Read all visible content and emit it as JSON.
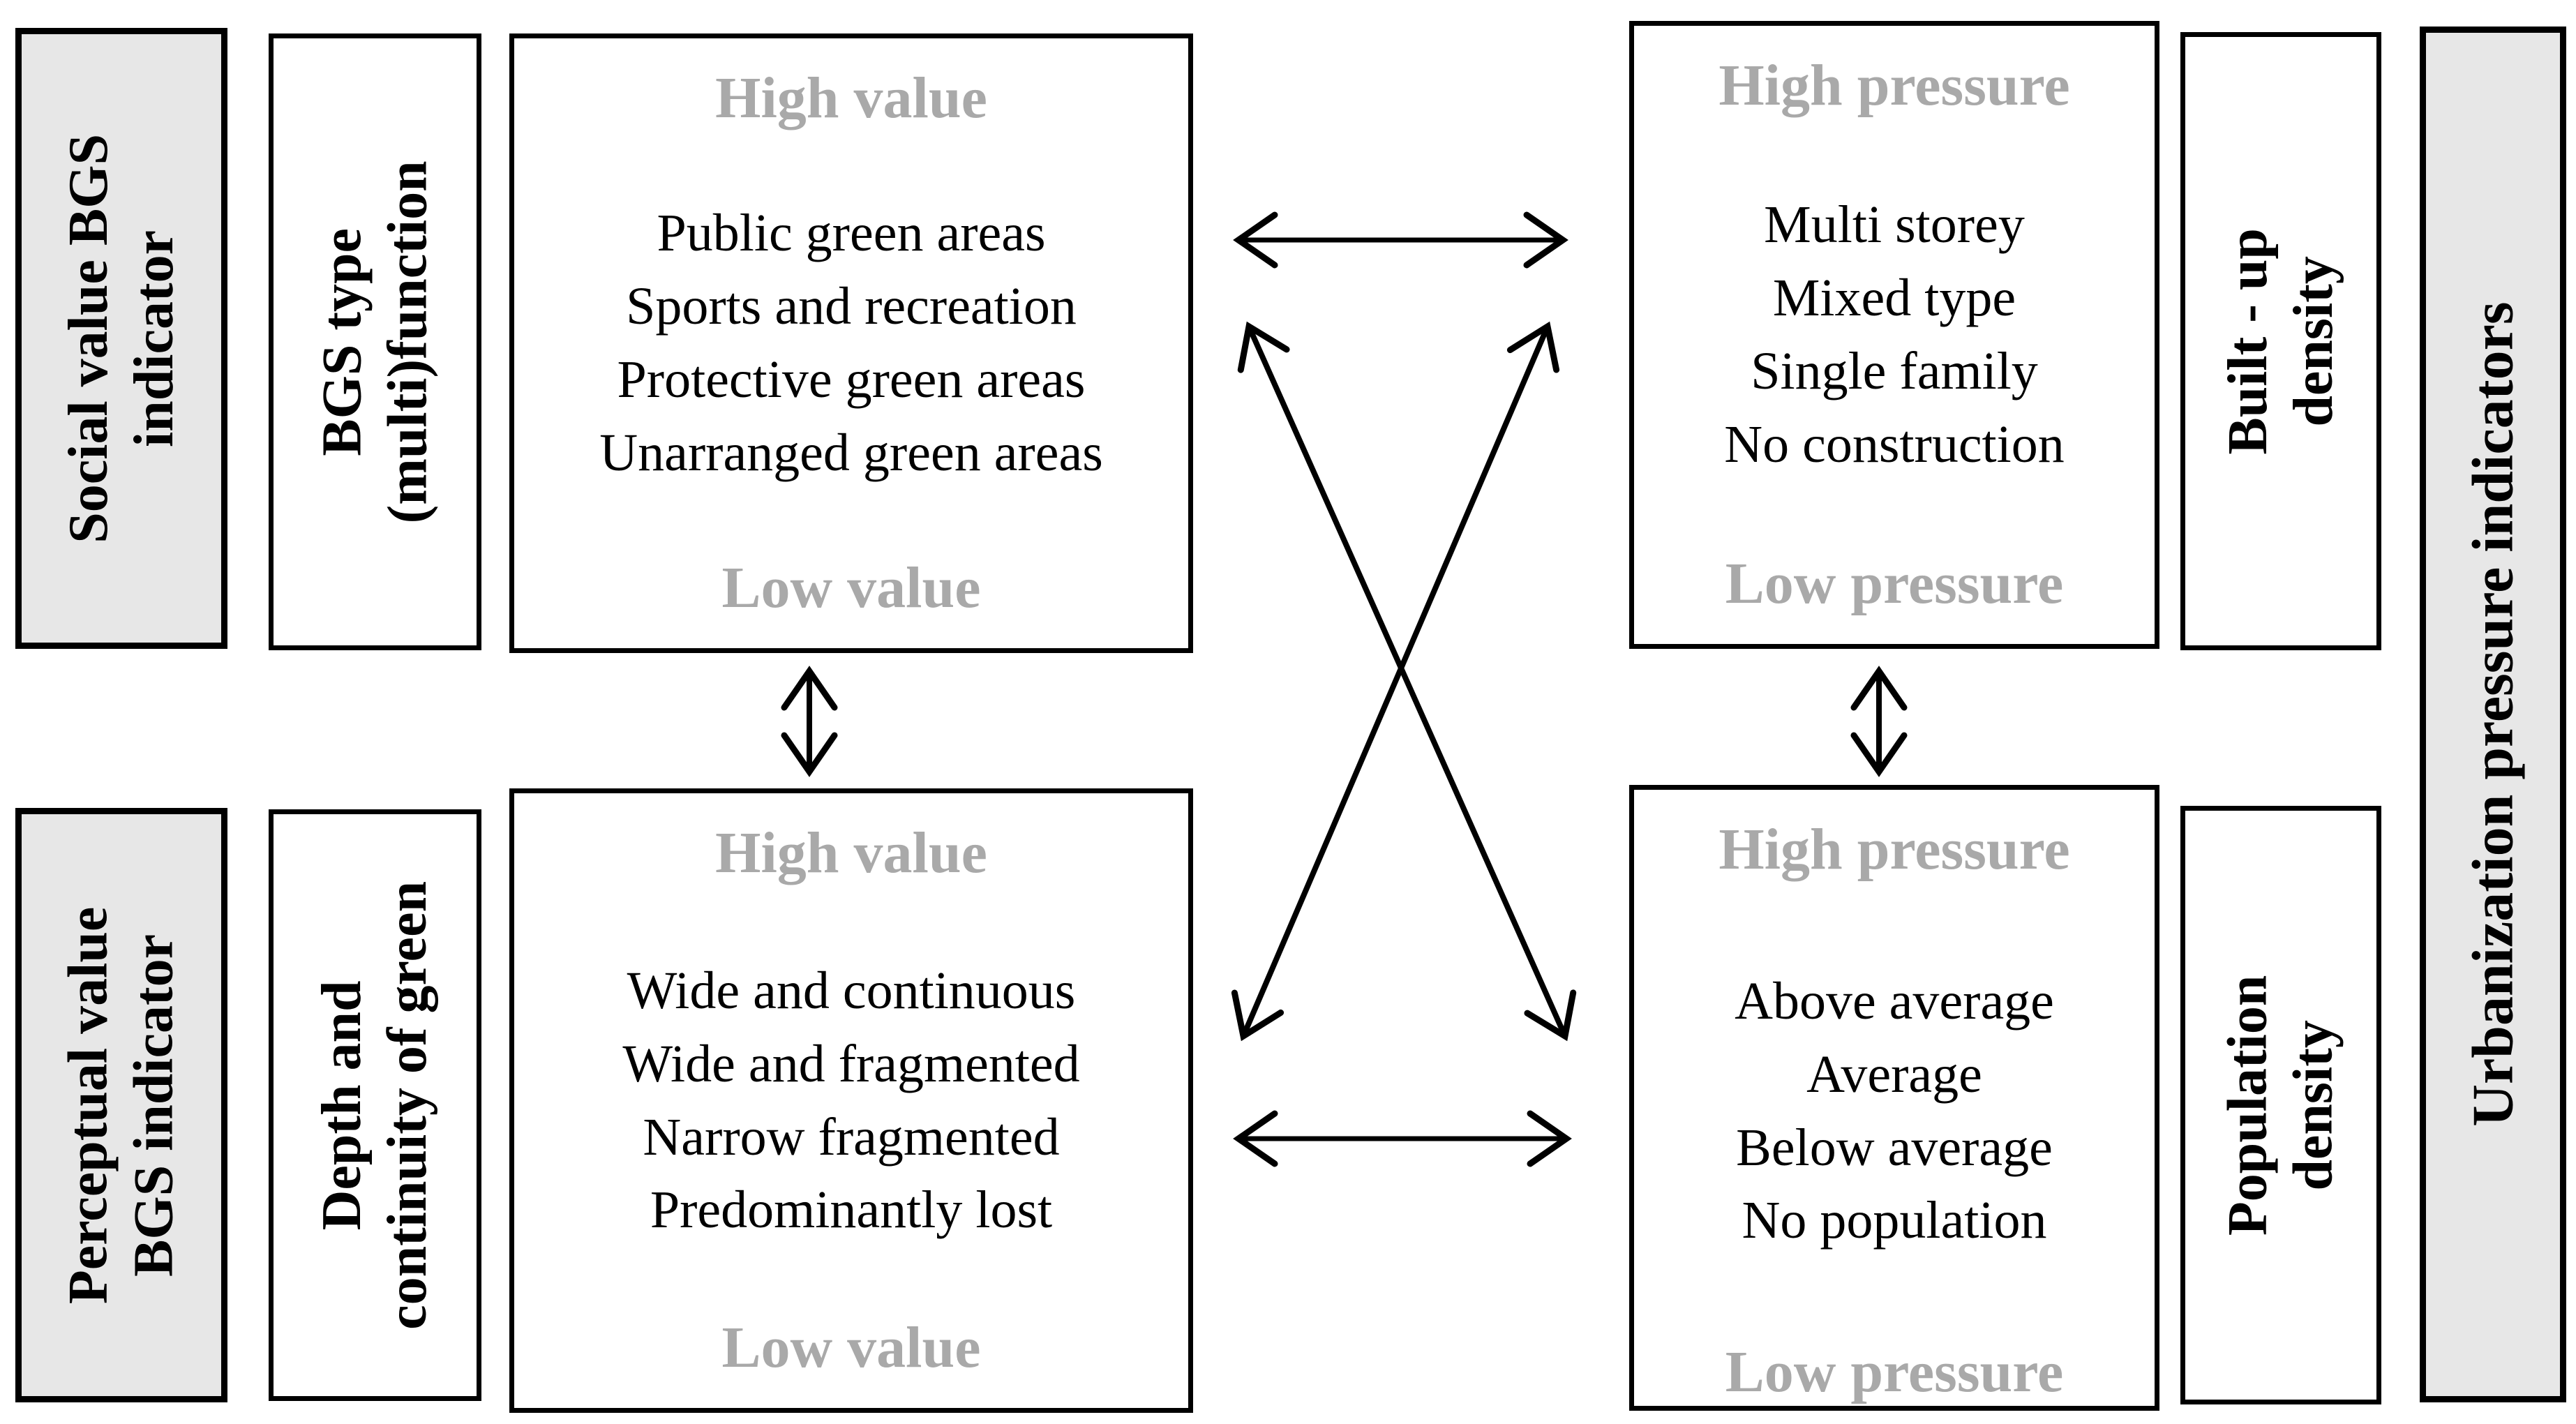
{
  "figure": {
    "left_column": {
      "social_value": {
        "line1": "Social value BGS",
        "line2": "indicator"
      },
      "perceptual_value": {
        "line1": "Perceptual value",
        "line2": "BGS indicator"
      }
    },
    "indicator_labels": {
      "bgs_type": {
        "line1": "BGS type",
        "line2": "(multi)function"
      },
      "depth_continuity": {
        "line1": "Depth and",
        "line2": "continuity of green"
      },
      "built_up": {
        "line1": "Built - up",
        "line2": "density"
      },
      "population": {
        "line1": "Population",
        "line2": "density"
      }
    },
    "right_column": {
      "urbanization": {
        "line1": "Urbanization pressure indicators"
      }
    },
    "value_boxes": {
      "bgs_type_values": {
        "header": "High value",
        "items": [
          "Public green areas",
          "Sports and recreation",
          "Protective green areas",
          "Unarranged green areas"
        ],
        "footer": "Low value"
      },
      "depth_values": {
        "header": "High value",
        "items": [
          "Wide and continuous",
          "Wide and fragmented",
          "Narrow fragmented",
          "Predominantly lost"
        ],
        "footer": "Low value"
      },
      "built_up_values": {
        "header": "High pressure",
        "items": [
          "Multi storey",
          "Mixed type",
          "Single family",
          "No construction"
        ],
        "footer": "Low pressure"
      },
      "population_values": {
        "header": "High pressure",
        "items": [
          "Above average",
          "Average",
          "Below average",
          "No population"
        ],
        "footer": "Low pressure"
      }
    },
    "arrows": [
      {
        "from": "bgs-type-values",
        "to": "built-up-values",
        "type": "horizontal-double"
      },
      {
        "from": "depth-values",
        "to": "population-values",
        "type": "horizontal-double"
      },
      {
        "from": "bgs-type-values",
        "to": "population-values",
        "type": "diagonal-double"
      },
      {
        "from": "depth-values",
        "to": "built-up-values",
        "type": "diagonal-double"
      },
      {
        "from": "bgs-type-values",
        "to": "depth-values",
        "type": "vertical-double"
      },
      {
        "from": "built-up-values",
        "to": "population-values",
        "type": "vertical-double"
      }
    ],
    "colors": {
      "panel_gray": "#e7e7e7",
      "muted_label": "#a9a9a9",
      "border": "#000000",
      "background": "#ffffff"
    }
  }
}
